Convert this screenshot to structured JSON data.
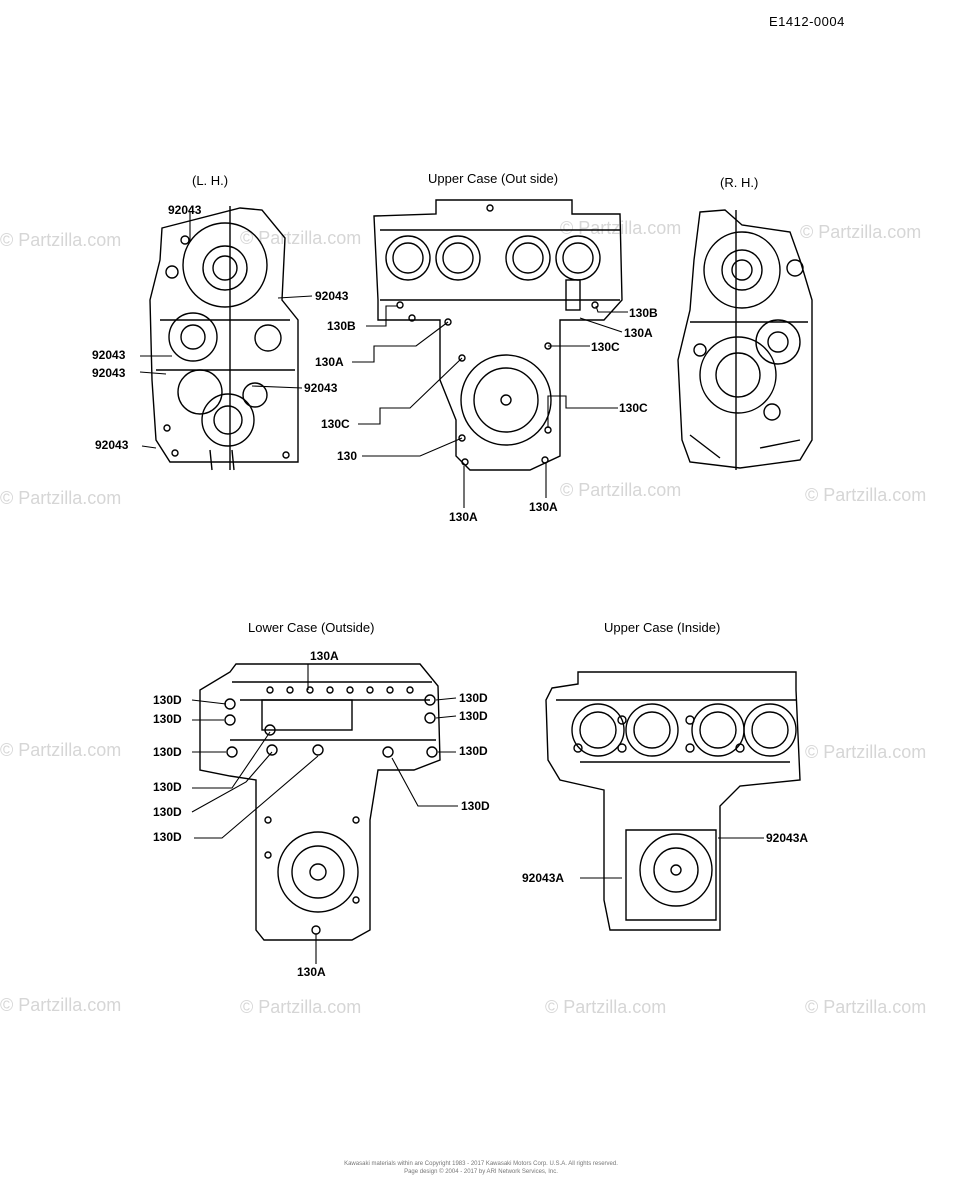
{
  "code": "E1412-0004",
  "titles": {
    "lh": "(L. H.)",
    "upper_out": "Upper Case (Out side)",
    "rh": "(R. H.)",
    "lower_out": "Lower Case (Outside)",
    "upper_in": "Upper Case (Inside)"
  },
  "labels": {
    "lh": [
      "92043",
      "92043",
      "92043",
      "92043",
      "92043",
      "92043"
    ],
    "upper_out": [
      "130B",
      "130A",
      "130C",
      "130",
      "130A",
      "130A",
      "130B",
      "130A",
      "130C",
      "130C"
    ],
    "lower_out": [
      "130A",
      "130D",
      "130D",
      "130D",
      "130D",
      "130D",
      "130D",
      "130D",
      "130D",
      "130D",
      "130D",
      "130A"
    ],
    "upper_in": [
      "92043A",
      "92043A"
    ]
  },
  "watermark": "© Partzilla.com",
  "footer": {
    "line1": "Kawasaki materials within are Copyright 1983 - 2017 Kawasaki Motors Corp. U.S.A. All rights reserved.",
    "line2": "Page design © 2004 - 2017 by ARI Network Services, Inc."
  }
}
